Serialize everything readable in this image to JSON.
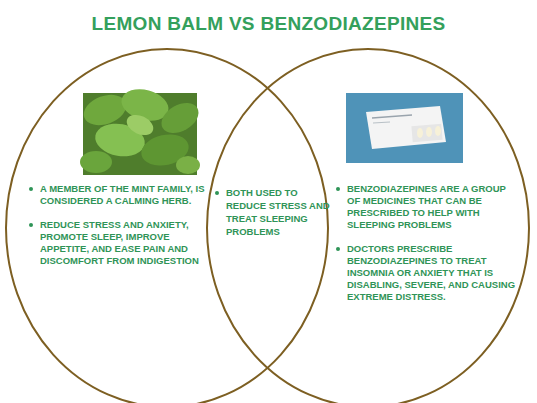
{
  "diagram": {
    "title": "LEMON BALM VS BENZODIAZEPINES",
    "nodes": [
      {
        "text": [
          "A MEMBER OF THE MINT FAMILY, IS CONSIDERED A CALMING HERB.",
          "REDUCE STRESS AND ANXIETY, PROMOTE SLEEP, IMPROVE APPETITE, AND EASE PAIN AND DISCOMFORT FROM INDIGESTION"
        ]
      },
      {
        "text": [
          "BENZODIAZEPINES ARE A GROUP OF MEDICINES THAT CAN BE PRESCRIBED TO HELP WITH SLEEPING PROBLEMS",
          "DOCTORS PRESCRIBE BENZODIAZEPINES TO TREAT INSOMNIA OR ANXIETY THAT IS DISABLING, SEVERE, AND CAUSING EXTREME DISTRESS."
        ]
      }
    ],
    "labels": [
      "BOTH USED TO REDUCE STRESS AND TREAT SLEEPING PROBLEMS"
    ]
  }
}
